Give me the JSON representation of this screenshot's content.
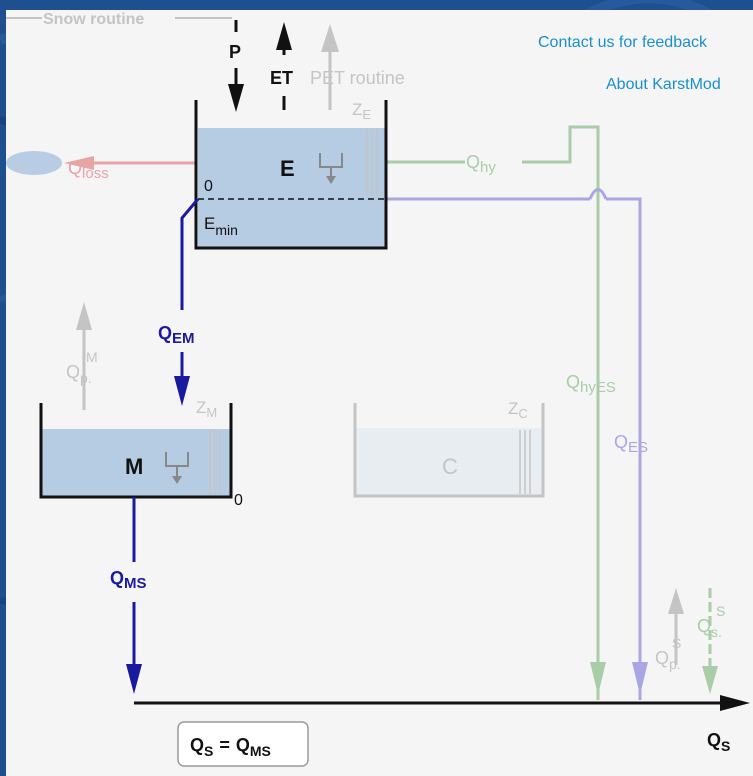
{
  "links": {
    "contact": "Contact us for feedback",
    "about": "About KarstMod"
  },
  "routines": {
    "snow": "Snow routine",
    "pet": "PET routine"
  },
  "inputs": {
    "p": "P",
    "et": "ET"
  },
  "reservoirs": {
    "e": {
      "label": "E",
      "zero": "0",
      "emin_main": "E",
      "emin_sub": "min",
      "z_main": "Z",
      "z_sub": "E"
    },
    "m": {
      "label": "M",
      "zero": "0",
      "z_main": "Z",
      "z_sub": "M",
      "qp_main": "Q",
      "qp_sub": "p.",
      "qp_sup": "M"
    },
    "c": {
      "label": "C",
      "z_main": "Z",
      "z_sub": "C"
    }
  },
  "flows": {
    "qloss": {
      "main": "Q",
      "sub": "loss"
    },
    "qhy": {
      "main": "Q",
      "sub": "hy"
    },
    "qem": {
      "main": "Q",
      "sub": "EM"
    },
    "qms": {
      "main": "Q",
      "sub": "MS"
    },
    "qhyes": {
      "main": "Q",
      "sub": "hyES"
    },
    "qes": {
      "main": "Q",
      "sub": "ES"
    },
    "qps": {
      "main": "Q",
      "sub": "p.",
      "sup": "S"
    },
    "qss": {
      "main": "Q",
      "sub": "s.",
      "sup": "S"
    },
    "qs": {
      "main": "Q",
      "sub": "S"
    }
  },
  "equation": {
    "lhs_main": "Q",
    "lhs_sub": "S",
    "eq": "=",
    "rhs_main": "Q",
    "rhs_sub": "MS"
  },
  "colors": {
    "active": "#1a1aa0",
    "water": "#b6cce2",
    "loss": "#e8a4a4",
    "hy": "#a9cda6",
    "es": "#aaa6e4",
    "inactive": "#c4c4c4",
    "link": "#1a8fd0",
    "background": "#1e4f8e"
  }
}
